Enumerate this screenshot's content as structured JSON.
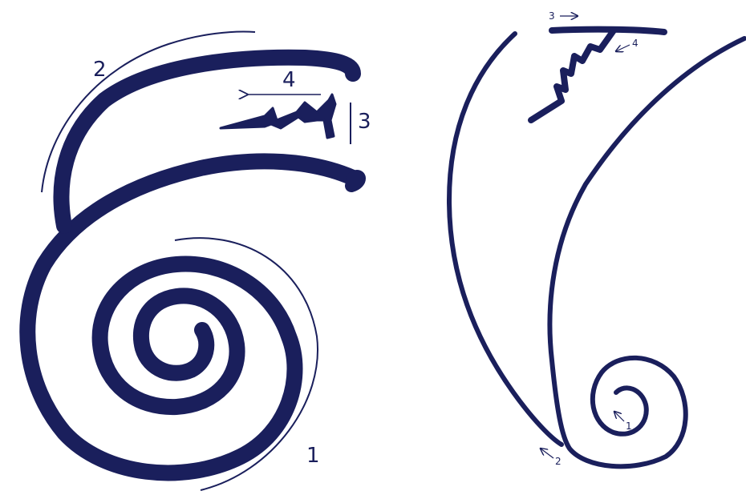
{
  "colors": {
    "ink": "#1a1f5c",
    "background": "#ffffff"
  },
  "left_figure": {
    "label_1": "1",
    "label_2": "2",
    "label_3": "3",
    "label_4": "4"
  },
  "right_figure": {
    "label_1": "1",
    "label_2": "2",
    "label_3": "3",
    "label_4": "4"
  }
}
